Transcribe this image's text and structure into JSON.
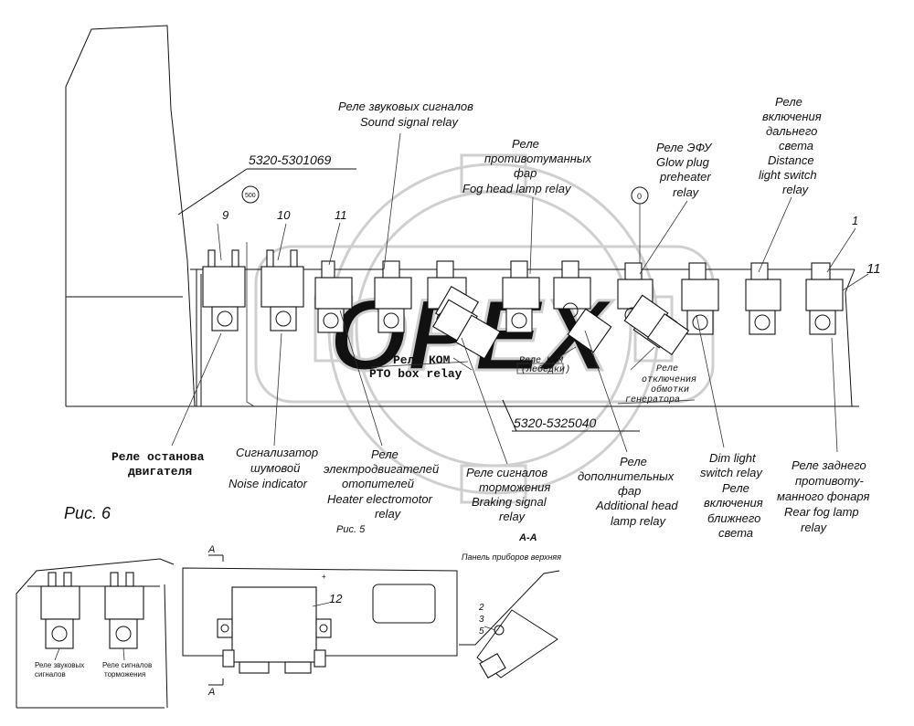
{
  "part_numbers": {
    "bracket": "5320-5301069",
    "panel": "5320-5325040"
  },
  "circle_marks": {
    "left": "500",
    "mid": "0"
  },
  "position_numbers": {
    "n9": "9",
    "n10": "10",
    "n11a": "11",
    "n1": "1",
    "n11b": "11",
    "n12": "12"
  },
  "callouts": {
    "sound_ru": "Реле звуковых сигналов",
    "sound_en": "Sound signal relay",
    "fog_ru1": "Реле",
    "fog_ru2": "противотуманных",
    "fog_ru3": "фар",
    "fog_en": "Fog head lamp relay",
    "glow_ru": "Реле ЭФУ",
    "glow_en1": "Glow plug",
    "glow_en2": "preheater",
    "glow_en3": "relay",
    "dist_ru1": "Реле",
    "dist_ru2": "включения",
    "dist_ru3": "дальнего",
    "dist_ru4": "света",
    "dist_en1": "Distance",
    "dist_en2": "light switch",
    "dist_en3": "relay",
    "pto_ru": "Реле КОМ",
    "pto_en": "PTO box relay",
    "winch_ru1": "Реле КОМ",
    "winch_ru2": "(лебедки)",
    "gen_ru1": "Реле",
    "gen_ru2": "отключения",
    "gen_ru3": "обмотки",
    "gen_ru4": "генератора",
    "engstop_ru1": "Реле останова",
    "engstop_ru2": "двигателя",
    "noise_ru1": "Сигнализатор",
    "noise_ru2": "шумовой",
    "noise_en": "Noise indicator",
    "heater_ru1": "Реле",
    "heater_ru2": "электродвигателей",
    "heater_ru3": "отопителей",
    "heater_en1": "Heater electromotor",
    "heater_en2": "relay",
    "brake_ru1": "Реле сигналов",
    "brake_ru2": "торможения",
    "brake_en1": "Braking signal",
    "brake_en2": "relay",
    "addl_ru1": "Реле",
    "addl_ru2": "дополнительных",
    "addl_ru3": "фар",
    "addl_en1": "Additional head",
    "addl_en2": "lamp relay",
    "dim_en1": "Dim light",
    "dim_en2": "switch relay",
    "dim_ru1": "Реле",
    "dim_ru2": "включения",
    "dim_ru3": "ближнего",
    "dim_ru4": "света",
    "rearfog_ru1": "Реле заднего",
    "rearfog_ru2": "противоту-",
    "rearfog_ru3": "манного фонаря",
    "rearfog_en1": "Rear fog lamp",
    "rearfog_en2": "relay"
  },
  "figures": {
    "fig6": "Рис. 6",
    "fig5": "Рис. 5",
    "section": "А-А",
    "section_mark_top": "А",
    "section_mark_bottom": "А",
    "upper_panel": "Панель приборов верхняя",
    "detail_nums": [
      "2",
      "3",
      "5"
    ],
    "fig6_sound_1": "Реле звуковых",
    "fig6_sound_2": "сигналов",
    "fig6_brake_1": "Реле сигналов",
    "fig6_brake_2": "торможения"
  },
  "watermark": "OPEX"
}
